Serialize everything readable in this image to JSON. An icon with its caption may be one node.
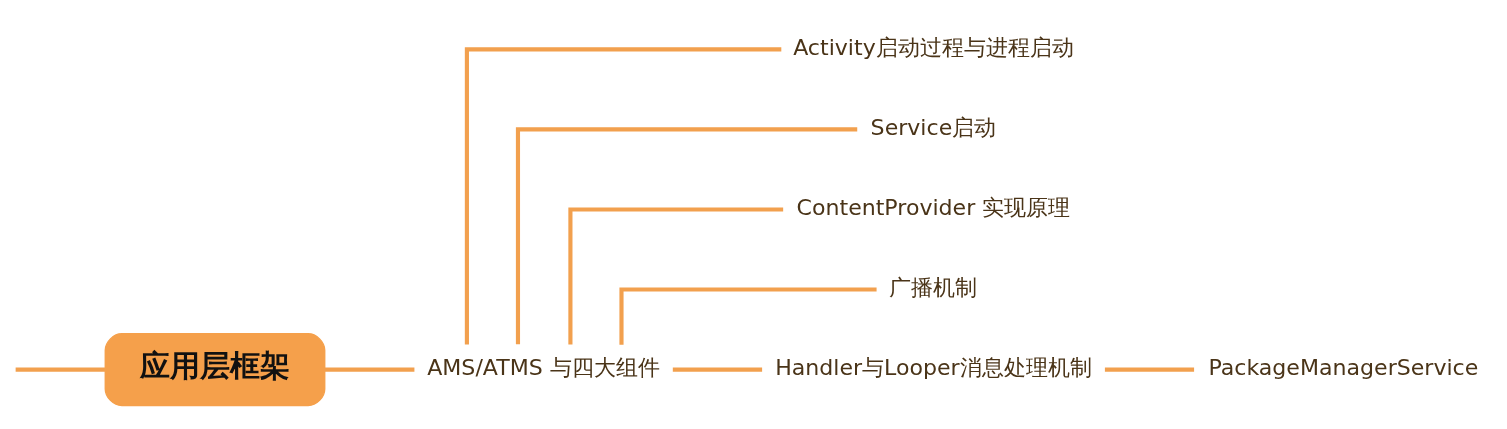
{
  "diagram": {
    "nodes": [
      {
        "text": [
          "应用层框架"
        ]
      },
      {
        "text": [
          "AMS/ATMS 与四大组件"
        ]
      },
      {
        "text": [
          "Activity启动过程与进程启动"
        ]
      },
      {
        "text": [
          "Service启动"
        ]
      },
      {
        "text": [
          "ContentProvider 实现原理"
        ]
      },
      {
        "text": [
          "广播机制"
        ]
      },
      {
        "text": [
          "Handler与Looper消息处理机制"
        ]
      },
      {
        "text": [
          "PackageManagerService"
        ]
      }
    ],
    "edges": [
      {
        "from": null,
        "to": 0,
        "arrow": "none"
      },
      {
        "from": 0,
        "to": 1,
        "arrow": "none"
      },
      {
        "from": 1,
        "to": 2,
        "arrow": "none"
      },
      {
        "from": 1,
        "to": 3,
        "arrow": "none"
      },
      {
        "from": 1,
        "to": 4,
        "arrow": "none"
      },
      {
        "from": 1,
        "to": 5,
        "arrow": "none"
      },
      {
        "from": 1,
        "to": 6,
        "arrow": "none"
      },
      {
        "from": 6,
        "to": 7,
        "arrow": "none"
      }
    ]
  }
}
